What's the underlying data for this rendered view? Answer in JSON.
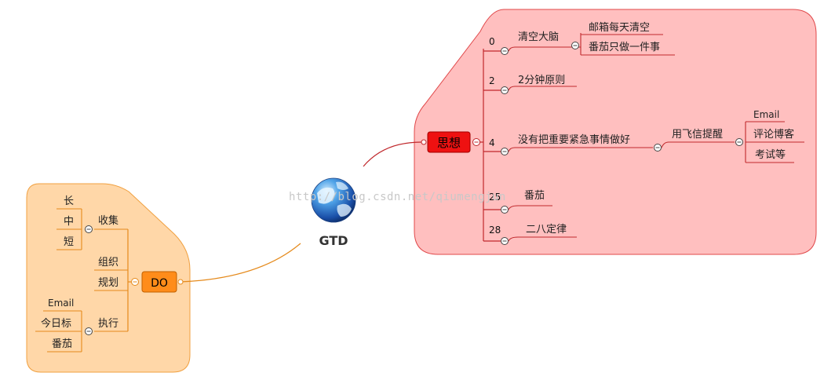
{
  "colors": {
    "right_region_fill": "#ffbfbf",
    "right_region_stroke": "#e0484a",
    "left_region_fill": "#ffd7a8",
    "left_region_stroke": "#f0a040",
    "right_line": "#c0282c",
    "left_line": "#e58a1c",
    "central_text": "#333333",
    "right_topic_fill": "#ee1111",
    "left_topic_fill": "#ff8c1a"
  },
  "watermark": "http://blog.csdn.net/qiumengjun",
  "central": {
    "label": "GTD",
    "icon": "globe-icon"
  },
  "right_topic": {
    "label": "思想",
    "children": [
      {
        "number": "0",
        "label": "清空大脑",
        "children": [
          "邮箱每天清空",
          "番茄只做一件事"
        ]
      },
      {
        "number": "2",
        "label": "2分钟原则",
        "children": []
      },
      {
        "number": "4",
        "label": "没有把重要紧急事情做好",
        "sub": {
          "label": "用飞信提醒",
          "children": [
            "Email",
            "评论博客",
            "考试等"
          ]
        }
      },
      {
        "number": "25",
        "label": "番茄",
        "children": []
      },
      {
        "number": "28",
        "label": "二八定律",
        "children": []
      }
    ]
  },
  "left_topic": {
    "label": "DO",
    "children": [
      {
        "label": "收集",
        "children": [
          "长",
          "中",
          "短"
        ]
      },
      {
        "label": "组织",
        "children": []
      },
      {
        "label": "规划",
        "children": []
      },
      {
        "label": "执行",
        "children": [
          "Email",
          "今日标",
          "番茄"
        ]
      }
    ]
  }
}
